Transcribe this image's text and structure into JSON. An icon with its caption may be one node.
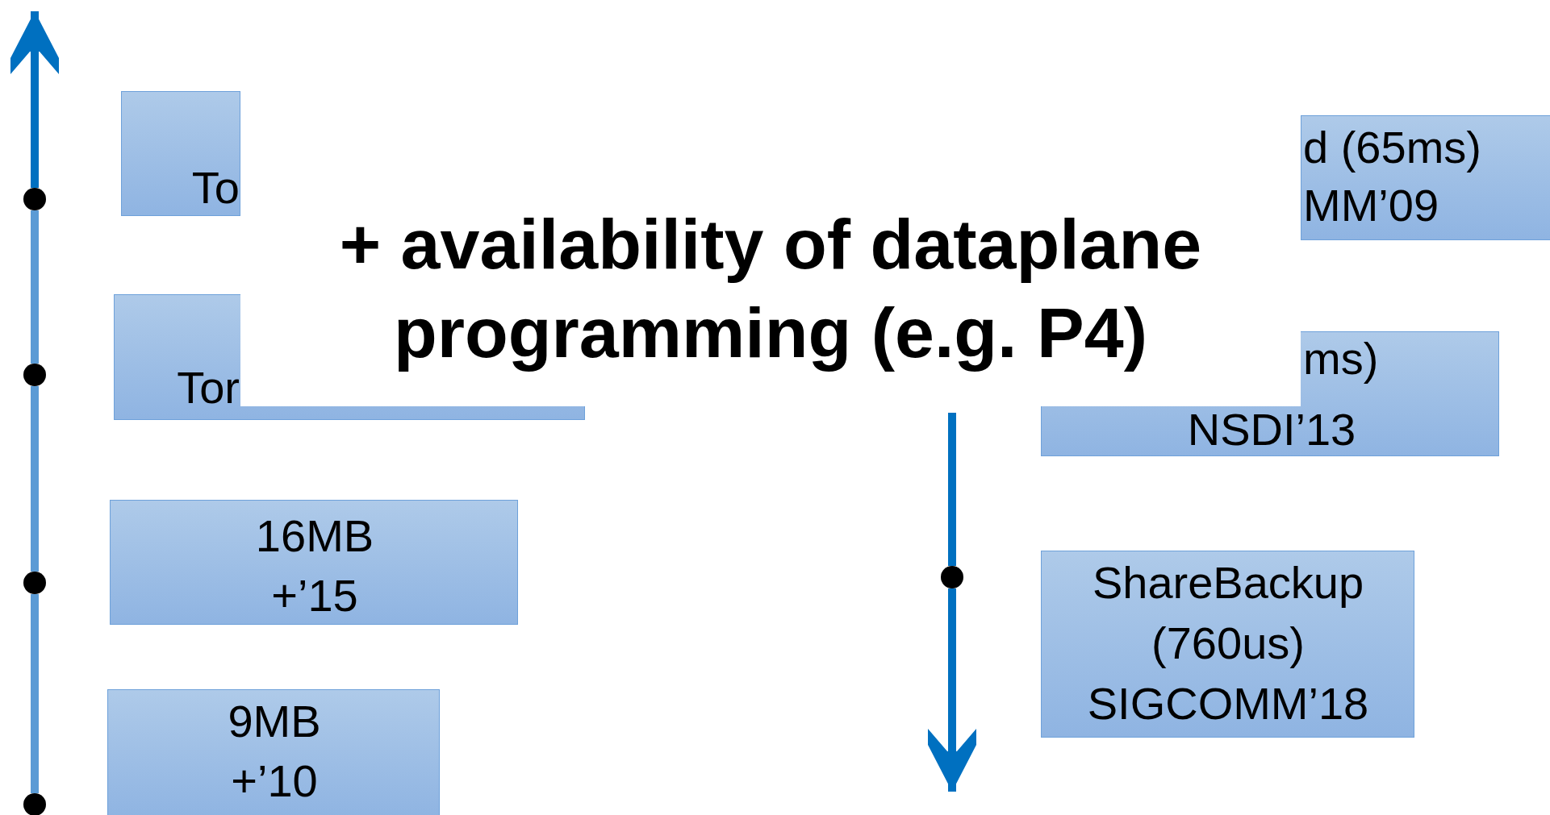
{
  "diagram": {
    "nodes": [
      {
        "text": [],
        "shape": "circle"
      },
      {
        "text": [],
        "shape": "circle"
      },
      {
        "text": [],
        "shape": "circle"
      },
      {
        "text": [],
        "shape": "circle"
      },
      {
        "text": [],
        "shape": "circle"
      },
      {
        "text": [
          "To"
        ]
      },
      {
        "text": [
          "d (65ms)",
          "MM’09"
        ]
      },
      {
        "text": [
          "Tor"
        ]
      },
      {
        "text": [
          "ms)",
          "NSDI’13"
        ]
      },
      {
        "text": [
          "16MB",
          "+’15"
        ]
      },
      {
        "text": [
          "ShareBackup",
          "(760us)",
          "SIGCOMM’18"
        ]
      },
      {
        "text": [
          "9MB",
          "+’10"
        ]
      }
    ],
    "edges": [
      {
        "from": 3,
        "to": 2,
        "arrow": "none"
      },
      {
        "from": 2,
        "to": 1,
        "arrow": "none"
      },
      {
        "from": 1,
        "to": 0,
        "arrow": "none"
      },
      {
        "from": 0,
        "to": null,
        "arrow": "to",
        "color": "#0070c0"
      },
      {
        "from": null,
        "to": 4,
        "arrow": "none",
        "color": "#0070c0"
      },
      {
        "from": 4,
        "to": null,
        "arrow": "to",
        "color": "#0070c0"
      }
    ],
    "labels": [
      "+ availability of dataplane programming (e.g. P4)"
    ]
  }
}
